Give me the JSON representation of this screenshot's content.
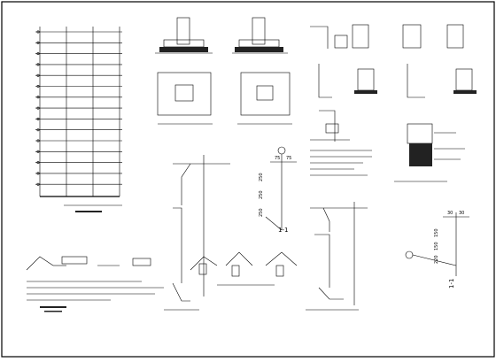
{
  "drawing": {
    "dim_labels": {
      "cl_top_1": "75",
      "cl_top_2": "75",
      "cl_side_1": "250",
      "cl_side_2": "250",
      "cl_side_3": "250",
      "cr_top_1": "30",
      "cr_top_2": "30",
      "cr_side_1": "150",
      "cr_side_2": "150",
      "cr_side_3": "220"
    },
    "section_labels": {
      "center_section": "1-1",
      "right_section": "1-1"
    },
    "colors": {
      "line": "#000000",
      "background": "#ffffff"
    }
  }
}
